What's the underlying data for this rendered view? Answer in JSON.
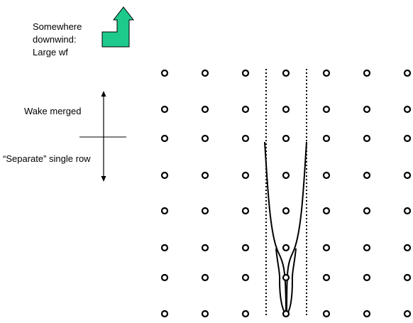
{
  "labels": {
    "somewhere_line1": "Somewhere",
    "somewhere_line2": "downwind:",
    "somewhere_line3": "Large wf",
    "wake_merged": "Wake merged",
    "separate_single_row": "“Separate” single row"
  },
  "colors": {
    "arrow_fill": "#1ec98c",
    "arrow_stroke": "#000000",
    "turbine": "#000000"
  },
  "icons": {
    "wind_arrow": "turn-arrow-icon"
  }
}
